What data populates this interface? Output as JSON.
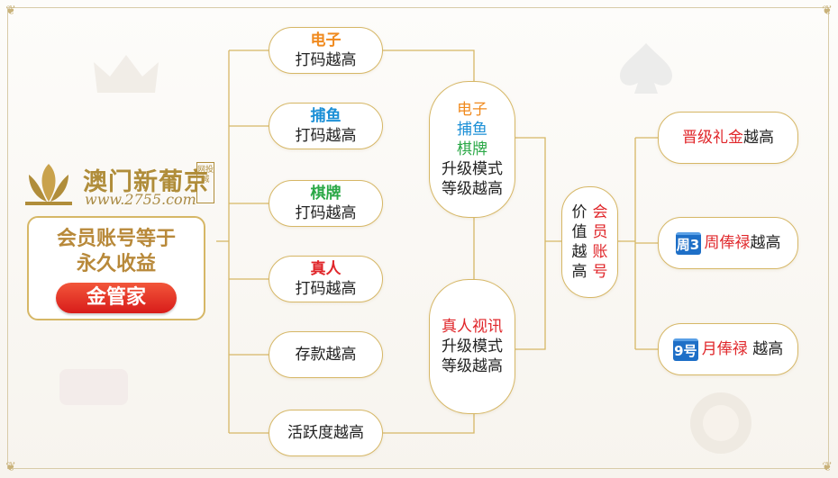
{
  "logo": {
    "name": "澳门新葡京",
    "url": "www.2755.com",
    "badge": "网投城"
  },
  "main": {
    "title_line1": "会员账号等于",
    "title_line2": "永久收益",
    "button": "金管家"
  },
  "left_column": [
    {
      "head": "电子",
      "sub": "打码越高",
      "head_color": "#f08a1e"
    },
    {
      "head": "捕鱼",
      "sub": "打码越高",
      "head_color": "#1b8fd6"
    },
    {
      "head": "棋牌",
      "sub": "打码越高",
      "head_color": "#2aa846"
    },
    {
      "head": "真人",
      "sub": "打码越高",
      "head_color": "#e0262a"
    },
    {
      "head": "",
      "sub": "存款越高"
    },
    {
      "head": "",
      "sub": "活跃度越高"
    }
  ],
  "mid_top": {
    "line1": "电子",
    "line2": "捕鱼",
    "line3": "棋牌",
    "line4": "升级模式",
    "line5": "等级越高"
  },
  "mid_bottom": {
    "line1": "真人视讯",
    "line2": "升级模式",
    "line3": "等级越高"
  },
  "value_box": {
    "col1": [
      "价",
      "值",
      "越",
      "高"
    ],
    "col2": [
      "会",
      "员",
      "账",
      "号"
    ]
  },
  "right_column": [
    {
      "icon": "",
      "highlight": "晋级礼金",
      "suffix": "越高"
    },
    {
      "icon": "周3",
      "highlight": "周俸禄",
      "suffix": "越高"
    },
    {
      "icon": "9号",
      "highlight": "月俸禄",
      "suffix": " 越高"
    }
  ],
  "colors": {
    "gold": "#d6b766",
    "orange": "#f08a1e",
    "blue": "#1b8fd6",
    "green": "#2aa846",
    "red": "#e0262a",
    "calendar": "#1e6fc7"
  }
}
